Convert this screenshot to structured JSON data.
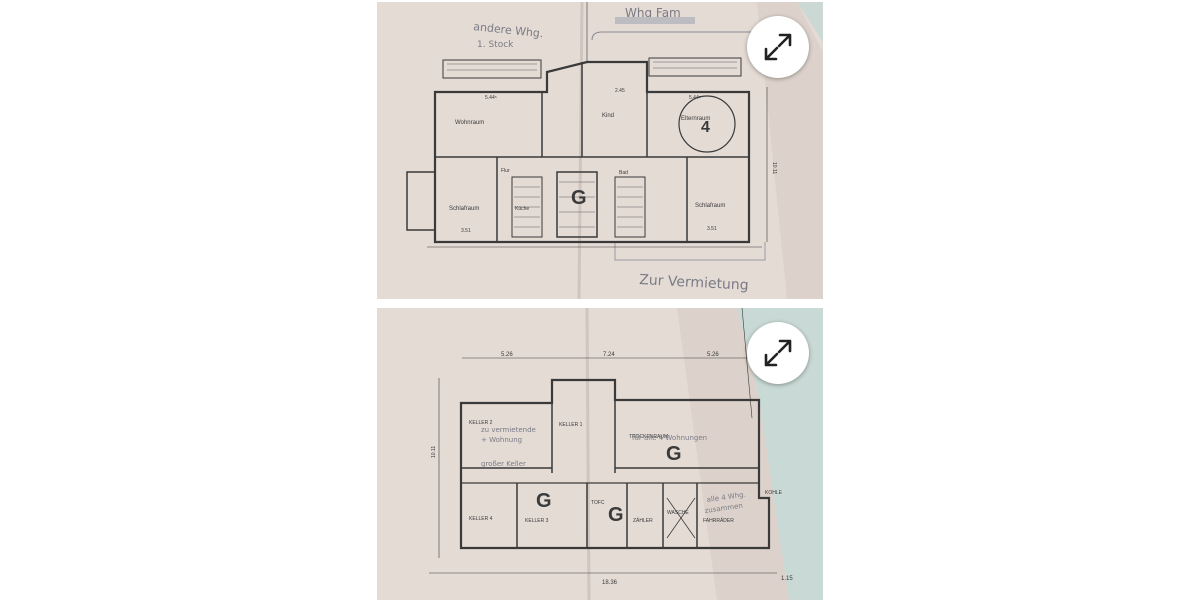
{
  "icons": {
    "expand": "expand-diagonal-icon"
  },
  "colors": {
    "paper": "#e4dbd5",
    "paper_shadow": "#cfc4bb",
    "ink": "#3a3a3a",
    "pen": "#7a7b86",
    "background_glass": "#c9d9d5",
    "button_bg": "#ffffff"
  },
  "top_plan": {
    "note_andere_whg": "andere Whg.",
    "note_stock": "1. Stock",
    "note_whg_fam": "Whg Fam",
    "note_zur_vermietung": "Zur Vermietung",
    "room_wohnraum": "Wohnraum",
    "room_kind": "Kind",
    "room_elternraum": "Elternraum",
    "room_schlafraum_left": "Schlafraum",
    "room_schlafraum_right": "Schlafraum",
    "room_flur": "Flur",
    "room_kuche": "Küche",
    "room_bad": "Bad",
    "mark_4": "4",
    "mark_g": "G",
    "dim_a": "5.44⁵",
    "dim_b": "2.45",
    "dim_c": "5.44⁵",
    "dim_d": "3.51",
    "dim_e": "3.51",
    "dim_f": "10.11"
  },
  "bottom_plan": {
    "dim_top_left": "5.26",
    "dim_top_mid": "7.24",
    "dim_top_right": "5.26",
    "dim_bottom_total": "18.36",
    "dim_bottom_right": "1.15",
    "dim_left": "10.11",
    "room_keller_2": "KELLER 2",
    "room_keller_1": "KELLER 1",
    "room_trockenraum": "TROCKENRAUM",
    "room_keller_4": "KELLER 4",
    "room_keller_3": "KELLER 3",
    "room_tofc": "TOFC",
    "room_zahler": "ZÄHLER",
    "room_wasche": "WASCHE",
    "room_fahrrader": "FAHRRÄDER",
    "room_kohle": "KOHLE",
    "note_zu_vermietende": "zu vermietende",
    "note_wohnung": "+ Wohnung",
    "note_grosser_keller": "großer Keller",
    "note_fur_alle": "für alle 4 Wohnungen",
    "note_alle_4": "alle 4 Whg.",
    "note_zusammen": "zusammen",
    "mark_g1": "G",
    "mark_g2": "G",
    "mark_g3": "G"
  }
}
